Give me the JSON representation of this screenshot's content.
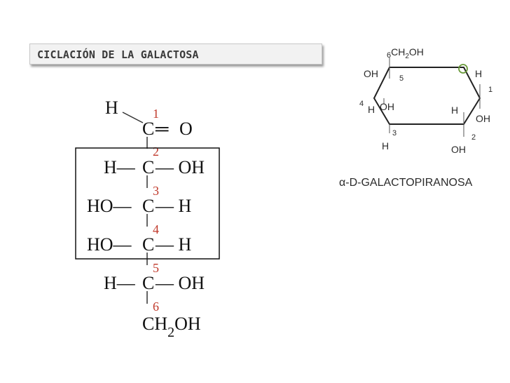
{
  "title": "CICLACIÓN DE LA GALACTOSA",
  "fischer": {
    "c1": {
      "num": "1",
      "left": "H",
      "center": "C",
      "right": "O"
    },
    "c2": {
      "num": "2",
      "left": "H—",
      "center": "C",
      "right": "— OH"
    },
    "c3": {
      "num": "3",
      "left": "HO—",
      "center": "C",
      "right": "— H"
    },
    "c4": {
      "num": "4",
      "left": "HO—",
      "center": "C",
      "right": "— H"
    },
    "c5": {
      "num": "5",
      "left": "H—",
      "center": "C",
      "right": "— OH"
    },
    "c6": {
      "num": "6",
      "text": "CH",
      "sub": "2",
      "tail": "OH"
    }
  },
  "ring": {
    "c6_num": "6",
    "c6_main": "CH",
    "c6_sub": "2",
    "c6_tail": "OH",
    "c5_up": "OH",
    "c5_num": "5",
    "c1_up": "H",
    "c1_num": "1",
    "c1_down": "OH",
    "c4_num": "4",
    "c4_left": "H",
    "c4_right": "OH",
    "c1_inner_h": "H",
    "c3_num": "3",
    "c3_down": "H",
    "c2_num": "2",
    "c2_down": "OH",
    "ring_o_color": "#6a9a3a",
    "name": "α-D-GALACTOPIRANOSA"
  }
}
